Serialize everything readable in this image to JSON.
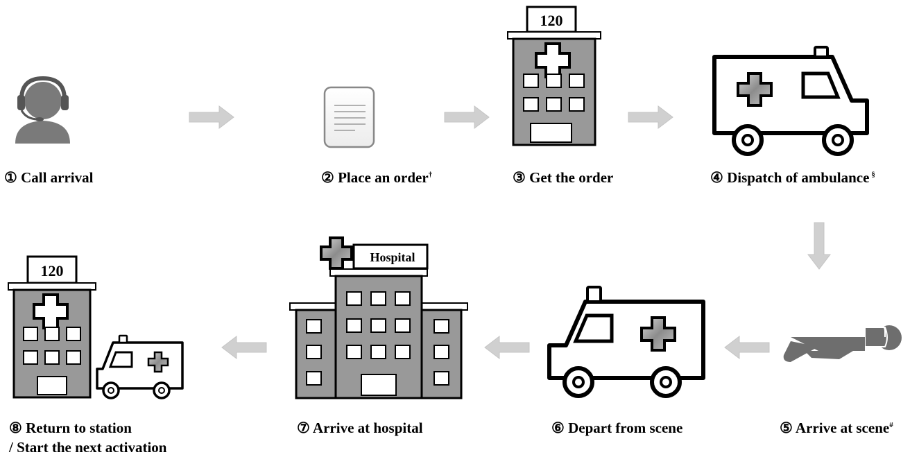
{
  "steps": [
    {
      "num": "①",
      "label": "Call arrival",
      "mark": ""
    },
    {
      "num": "②",
      "label": "Place an order",
      "mark": "†"
    },
    {
      "num": "③",
      "label": "Get the order",
      "mark": ""
    },
    {
      "num": "④",
      "label": "Dispatch of ambulance",
      "mark": " §"
    },
    {
      "num": "⑤",
      "label": "Arrive at scene",
      "mark": "#"
    },
    {
      "num": "⑥",
      "label": "Depart from scene",
      "mark": ""
    },
    {
      "num": "⑦",
      "label": "Arrive at hospital",
      "mark": ""
    },
    {
      "num": "⑧",
      "label": "Return to station",
      "mark": "",
      "line2": "/ Start the next activation"
    }
  ],
  "signs": {
    "station_top": "120",
    "station_bottom": "120",
    "hospital": "Hospital"
  },
  "colors": {
    "arrow": "#d0d0d0",
    "building": "#999999",
    "icon_gray": "#777777",
    "cross_fill": "#aaaaaa"
  }
}
